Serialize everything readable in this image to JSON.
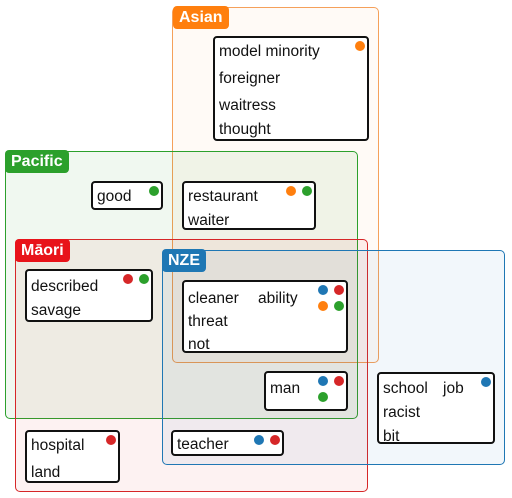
{
  "colors": {
    "asian": "#ff7f0e",
    "pacific": "#2ca02c",
    "maori": "#e8131a",
    "nze": "#1f77b4"
  },
  "sets": {
    "asian": "Asian",
    "pacific": "Pacific",
    "maori": "Māori",
    "nze": "NZE"
  },
  "boxes": {
    "asian_only": [
      "model minority",
      "foreigner",
      "waitress",
      "thought"
    ],
    "pacific_only": [
      "good"
    ],
    "asian_pacific": [
      "restaurant",
      "waiter"
    ],
    "maori_pacific": [
      "described",
      "savage"
    ],
    "all_four": [
      "cleaner",
      "ability",
      "threat",
      "not"
    ],
    "nze_maori_pacific": [
      "man"
    ],
    "nze_only": [
      "school",
      "job",
      "racist",
      "bit"
    ],
    "maori_only": [
      "hospital",
      "land"
    ],
    "nze_maori": [
      "teacher"
    ]
  }
}
